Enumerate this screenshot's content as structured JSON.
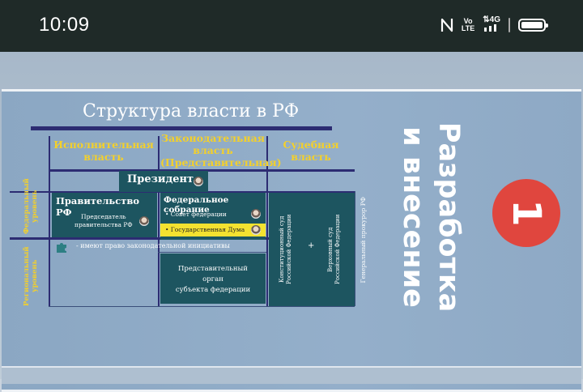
{
  "status_bar": {
    "time": "10:09",
    "volte_top": "Vo",
    "volte_bottom": "LTE",
    "network": "4G",
    "icons": [
      "nfc-icon",
      "volte-icon",
      "signal-4g-icon",
      "battery-icon"
    ]
  },
  "slide": {
    "title": "Структура власти в РФ",
    "columns": {
      "executive": "Исполнительная власть",
      "legislative_line1": "Законодательная",
      "legislative_line2": "власть",
      "legislative_line3": "(Представительная)",
      "judicial": "Судебная власть"
    },
    "levels": {
      "federal": "Федеральный уровень",
      "regional": "Региональный уровень"
    },
    "president": "Президент",
    "government": {
      "title": "Правительство РФ",
      "chair_line1": "Председатель",
      "chair_line2": "правительства РФ"
    },
    "assembly": {
      "title": "Федеральное собрание",
      "council": "• Совет федерации",
      "duma": "• Государственная Дума"
    },
    "courts": {
      "constitutional_line1": "Конституционный суд",
      "constitutional_line2": "Российской Федерации",
      "plus": "+",
      "supreme_line1": "Верховный суд",
      "supreme_line2": "Российской Федерации"
    },
    "prosecutor": "Генеральный прокурор РФ",
    "initiative": "- имеют право законодательной инициативы",
    "representative": {
      "line1": "Представительный",
      "line2": "орган",
      "line3": "субъекта федерации"
    },
    "side_title_line1": "Разработка",
    "side_title_line2": "и внесение",
    "number": "1"
  },
  "colors": {
    "accent_yellow": "#f3d02c",
    "box_teal": "#1d5560",
    "circle_red": "#e0463e",
    "line_navy": "#2c2c72"
  }
}
